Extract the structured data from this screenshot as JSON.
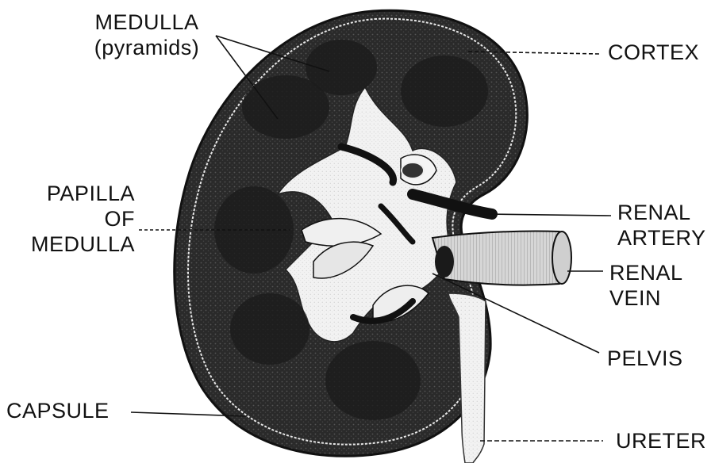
{
  "labels": {
    "medulla_line1": "MEDULLA",
    "medulla_line2": "(pyramids)",
    "cortex": "CORTEX",
    "papilla_line1": "PAPILLA",
    "papilla_line2": "OF",
    "papilla_line3": "MEDULLA",
    "renal_artery_line1": "RENAL",
    "renal_artery_line2": "ARTERY",
    "renal_vein_line1": "RENAL",
    "renal_vein_line2": "VEIN",
    "pelvis": "PELVIS",
    "capsule": "CAPSULE",
    "ureter": "URETER"
  },
  "colors": {
    "ink": "#111111",
    "tissue_dark": "#262626",
    "tissue_mid": "#4a4a4a",
    "pelvis_light": "#eeeeee",
    "vessel_light": "#dcdcdc"
  }
}
